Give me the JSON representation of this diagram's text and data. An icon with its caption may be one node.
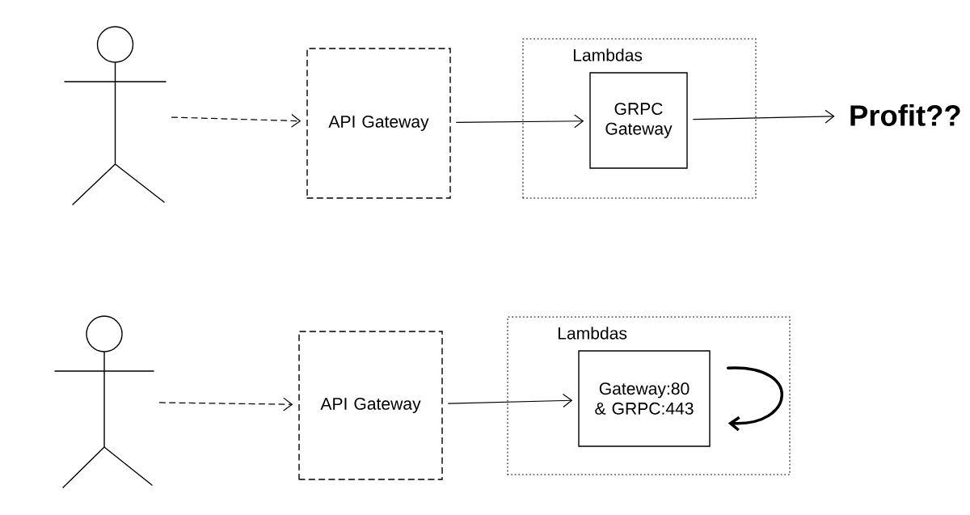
{
  "diagram": {
    "nodes": [
      {
        "text": [],
        "shape": "person"
      },
      {
        "text": [
          "API Gateway"
        ]
      },
      {
        "text": [
          "Lambdas"
        ]
      },
      {
        "text": [
          "GRPC Gateway"
        ],
        "in": 2
      },
      {
        "text": [
          "Profit??"
        ]
      },
      {
        "text": [],
        "shape": "person"
      },
      {
        "text": [
          "API Gateway"
        ]
      },
      {
        "text": [
          "Lambdas"
        ]
      },
      {
        "text": [
          "Gateway:80 & GRPC:443"
        ],
        "in": 7
      }
    ],
    "edges": [
      {
        "from": 0,
        "to": 1,
        "arrow": "to",
        "style": "dashed"
      },
      {
        "from": 1,
        "to": 3,
        "arrow": "to"
      },
      {
        "from": 3,
        "to": 4,
        "arrow": "to"
      },
      {
        "from": 5,
        "to": 6,
        "arrow": "to",
        "style": "dashed"
      },
      {
        "from": 6,
        "to": 8,
        "arrow": "to"
      },
      {
        "from": 8,
        "to": 8,
        "arrow": "to",
        "style": "thick"
      }
    ]
  }
}
